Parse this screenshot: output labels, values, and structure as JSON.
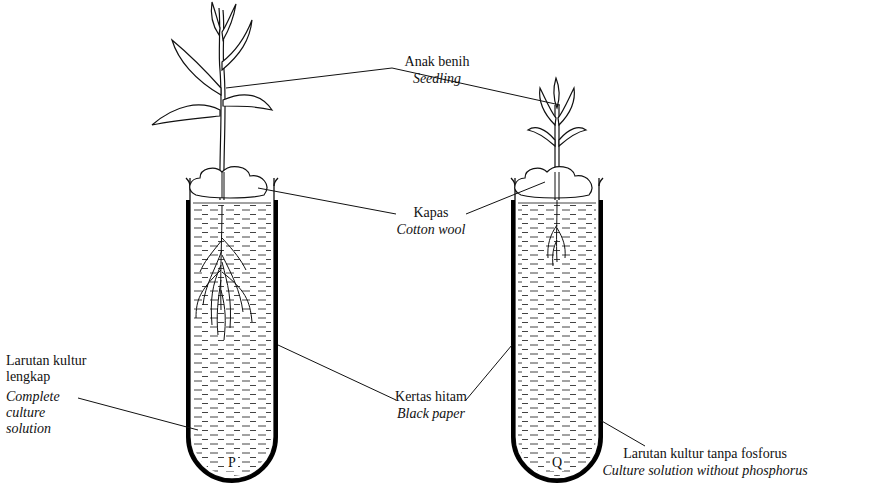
{
  "diagram": {
    "labels": [
      "Anak benih",
      "Seedling",
      "Kapas",
      "Cotton wool",
      "Larutan kultur lengkap",
      "Complete culture solution",
      "Kertas hitam",
      "Black paper",
      "P",
      "Q",
      "Larutan kultur tanpa fosforus",
      "Culture solution without phosphorus"
    ]
  }
}
